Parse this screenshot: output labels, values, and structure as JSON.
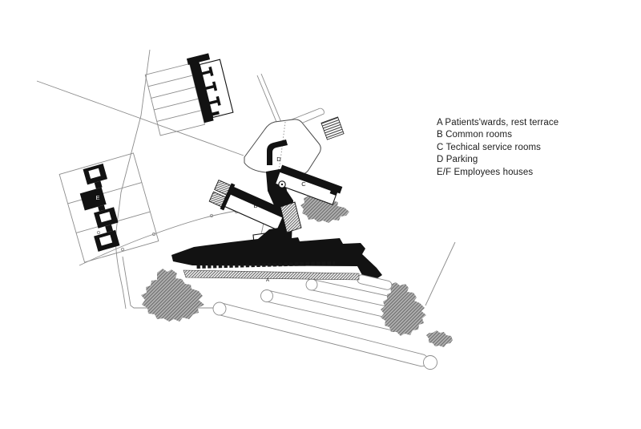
{
  "legend": {
    "items": [
      "A Patients'wards, rest terrace",
      "B Common rooms",
      "C Techical service rooms",
      "D Parking",
      "E/F Employees houses"
    ]
  },
  "plan_labels": {
    "a": "A",
    "b": "B",
    "c": "C",
    "d": "D",
    "e": "E"
  },
  "colors": {
    "ink": "#121212",
    "line": "#8c8c8c",
    "paper": "#ffffff",
    "text": "#1c1c1c",
    "tree": "#b0b0b0"
  }
}
